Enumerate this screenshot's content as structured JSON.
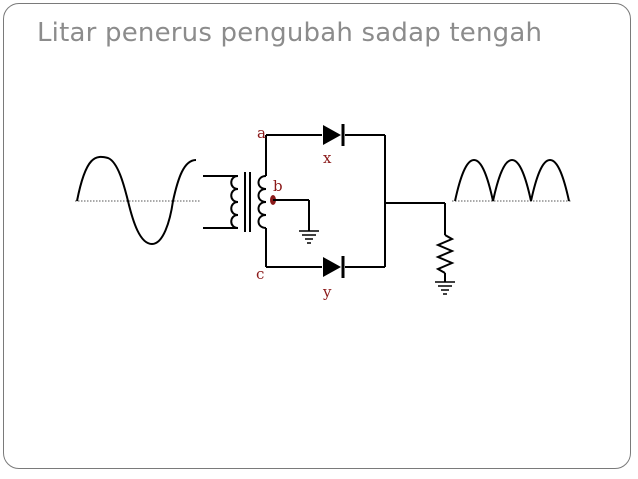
{
  "slide": {
    "title": "Litar penerus pengubah sadap tengah"
  },
  "diagram": {
    "labels": {
      "a": "a",
      "b": "b",
      "c": "c",
      "x": "x",
      "y": "y"
    },
    "label_color": "#8b1a1a",
    "line_color": "#000000",
    "icons": [
      "sine-wave-input",
      "center-tapped-transformer",
      "diode",
      "resistor",
      "ground-symbol",
      "full-wave-rectified-output"
    ]
  }
}
